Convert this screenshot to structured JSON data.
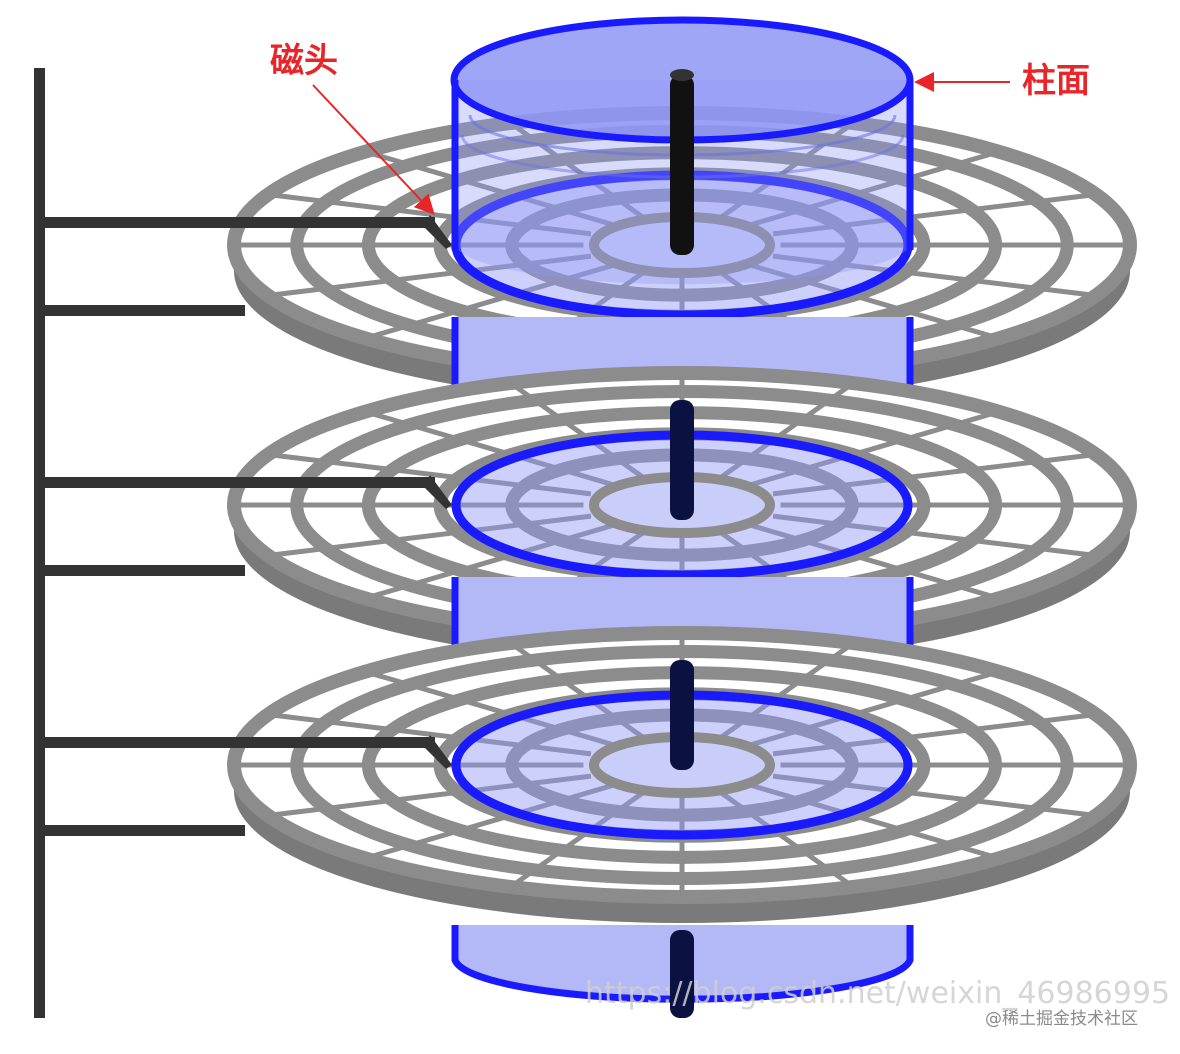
{
  "labels": {
    "head": "磁头",
    "cylinder": "柱面"
  },
  "watermarks": {
    "url": "https://blog.csdn.net/weixin_46986995",
    "brand": "@稀土掘金技术社区"
  },
  "colors": {
    "label_red": "#e8262a",
    "cylinder_blue": "#1a1aff",
    "cylinder_fill": "#8f97f5",
    "platter_gray": "#8c8c8c",
    "platter_edge": "#7a7a7a",
    "arm_dark": "#333333",
    "spindle": "#0b1140"
  },
  "structure": {
    "platter_count": 3,
    "tracks_per_platter": 4
  }
}
